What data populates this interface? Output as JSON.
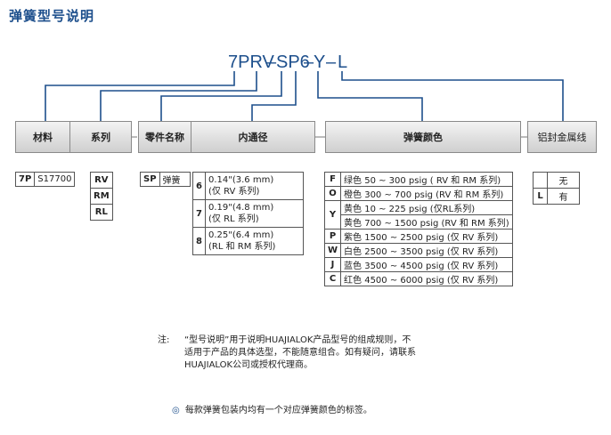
{
  "title": "弹簧型号说明",
  "model_code": {
    "parts": [
      "7PRV",
      "SP6",
      "Y",
      "L"
    ],
    "separator": "–"
  },
  "headers": {
    "material": "材料",
    "series": "系列",
    "part_name": "零件名称",
    "bore": "内通径",
    "spring_color": "弹簧颜色",
    "aluminum_seal": "铝封金属线"
  },
  "material": [
    {
      "code": "7P",
      "value": "S17700"
    }
  ],
  "series": [
    "RV",
    "RM",
    "RL"
  ],
  "part_name": [
    {
      "code": "SP",
      "value": "弹簧"
    }
  ],
  "bore": [
    {
      "code": "6",
      "line1": "0.14\"(3.6 mm)",
      "line2": "(仅 RV 系列)"
    },
    {
      "code": "7",
      "line1": "0.19\"(4.8 mm)",
      "line2": "(仅 RL 系列)"
    },
    {
      "code": "8",
      "line1": "0.25\"(6.4 mm)",
      "line2": "(RL 和 RM 系列)"
    }
  ],
  "spring_colors": [
    {
      "code": "F",
      "lines": [
        "绿色 50 ~ 300 psig ( RV 和 RM 系列)"
      ]
    },
    {
      "code": "O",
      "lines": [
        "橙色 300 ~ 700 psig (RV 和 RM 系列)"
      ]
    },
    {
      "code": "Y",
      "lines": [
        "黄色 10 ~ 225 psig (仅RL系列)",
        "黄色 700 ~ 1500 psig (RV 和 RM 系列)"
      ]
    },
    {
      "code": "P",
      "lines": [
        "紫色 1500 ~ 2500 psig (仅 RV 系列)"
      ]
    },
    {
      "code": "W",
      "lines": [
        "白色 2500 ~ 3500 psig (仅 RV 系列)"
      ]
    },
    {
      "code": "J",
      "lines": [
        "蓝色 3500 ~ 4500 psig (仅 RV 系列)"
      ]
    },
    {
      "code": "C",
      "lines": [
        "红色 4500 ~ 6000 psig (仅 RV 系列)"
      ]
    }
  ],
  "aluminum_seal": [
    {
      "code": "",
      "value": "无"
    },
    {
      "code": "L",
      "value": "有"
    }
  ],
  "note": {
    "label": "注:",
    "text": "“型号说明”用于说明HUAJIALOK产品型号的组成规则，不适用于产品的具体选型，不能随意组合。如有疑问，请联系HUAJIALOK公司或授权代理商。"
  },
  "bullet": {
    "mark": "◎",
    "text": "每款弹簧包装内均有一个对应弹簧颜色的标签。"
  },
  "colors": {
    "title": "#1d4f8c",
    "connector": "#1d4f8c"
  }
}
